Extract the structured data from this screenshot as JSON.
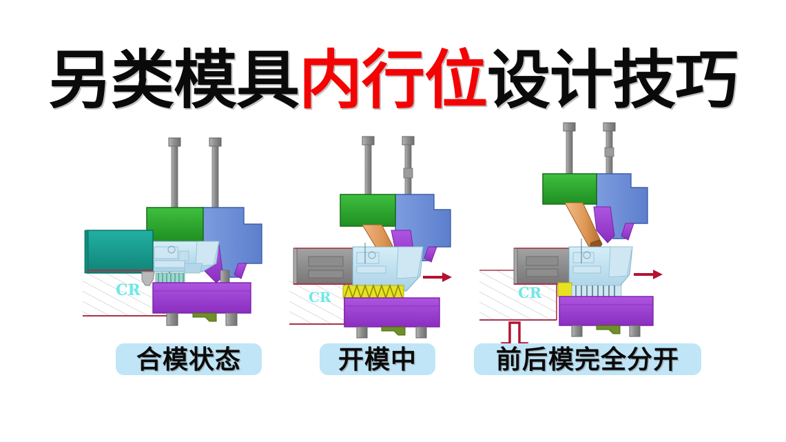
{
  "background_color": "#ffffff",
  "title": {
    "full_text": "另类模具内行位设计技巧",
    "segments": [
      {
        "text": "另类模具",
        "color": "#0a0a0a"
      },
      {
        "text": "内行位",
        "color": "#f30303"
      },
      {
        "text": "设计技巧",
        "color": "#0a0a0a"
      }
    ],
    "part_black_1": "另类模具",
    "part_red": "内行位",
    "part_black_2": "设计技巧"
  },
  "panels": [
    {
      "id": "panel-closed",
      "caption": "合模状态",
      "caption_bg": "#bfe5f7",
      "hatch_label": "CR",
      "state": "closed",
      "arrows": []
    },
    {
      "id": "panel-opening",
      "caption": "开模中",
      "caption_bg": "#bfe5f7",
      "hatch_label": "CR",
      "state": "opening",
      "arrows": [
        "right"
      ]
    },
    {
      "id": "panel-separated",
      "caption": "前后模完全分开",
      "caption_bg": "#bfe5f7",
      "hatch_label": "CR",
      "state": "separated",
      "arrows": [
        "right",
        "down"
      ]
    }
  ],
  "colors": {
    "green_block": "#2aa02a",
    "blue_core": "#6e8fd8",
    "purple_base": "#9b3fd4",
    "teal_slide": "#1a9c90",
    "gray_slide": "#8a8a8a",
    "light_blue_cavity": "#bfe0ef",
    "orange_pin": "#e09a5e",
    "yellow_spring": "#e8e221",
    "olive_insert": "#6f8f28",
    "bolt_gray": "#9a9a9a",
    "arrow_red": "#b51230",
    "hatch_border": "#a8324a",
    "cr_text": "#6ee8e8"
  }
}
